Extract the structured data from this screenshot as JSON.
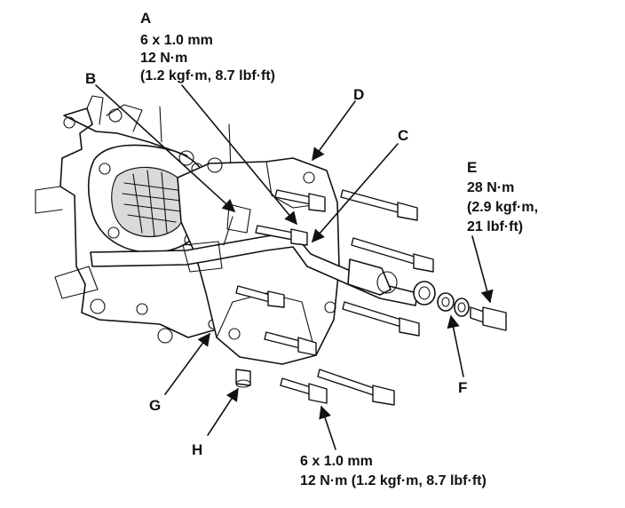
{
  "callouts": {
    "A": {
      "letter": "A",
      "spec_line1": "6 x 1.0 mm",
      "spec_line2": "12 N·m",
      "spec_line3": "(1.2 kgf·m, 8.7 lbf·ft)"
    },
    "B": {
      "letter": "B"
    },
    "C": {
      "letter": "C"
    },
    "D": {
      "letter": "D"
    },
    "E": {
      "letter": "E",
      "spec_line1": "28 N·m",
      "spec_line2": "(2.9 kgf·m,",
      "spec_line3": "21 lbf·ft)"
    },
    "F": {
      "letter": "F"
    },
    "G": {
      "letter": "G"
    },
    "H": {
      "letter": "H"
    },
    "bottom_spec": {
      "spec_line1": "6 x 1.0 mm",
      "spec_line2": "12 N·m (1.2 kgf·m, 8.7 lbf·ft)"
    }
  }
}
